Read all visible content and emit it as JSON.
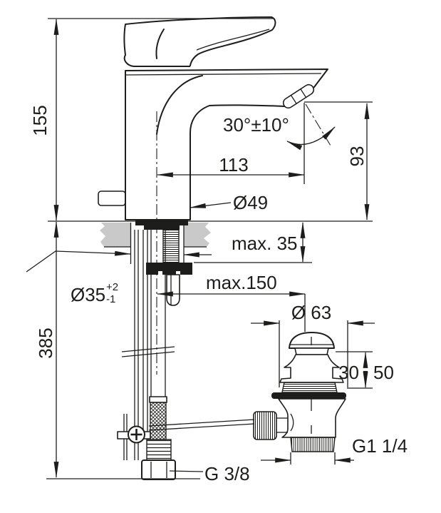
{
  "drawing": {
    "background": "#ffffff",
    "line_color": "#1d1d1b",
    "countertop_color": "#c9c9c9",
    "labels": {
      "height": "155",
      "depth": "385",
      "reach": "113",
      "outlet_height": "93",
      "angle": "30°±10°",
      "body_diameter": "Ø49",
      "max_deck": "max. 35",
      "max_reach": "max.150",
      "hole_diameter": "Ø35",
      "hole_tol_plus": "+2",
      "hole_tol_minus": "-1",
      "drain_diameter": "Ø 63",
      "drain_min": "30",
      "drain_sep": "-",
      "drain_max": "50",
      "drain_thread": "G1 1/4",
      "supply_thread": "G 3/8"
    }
  }
}
